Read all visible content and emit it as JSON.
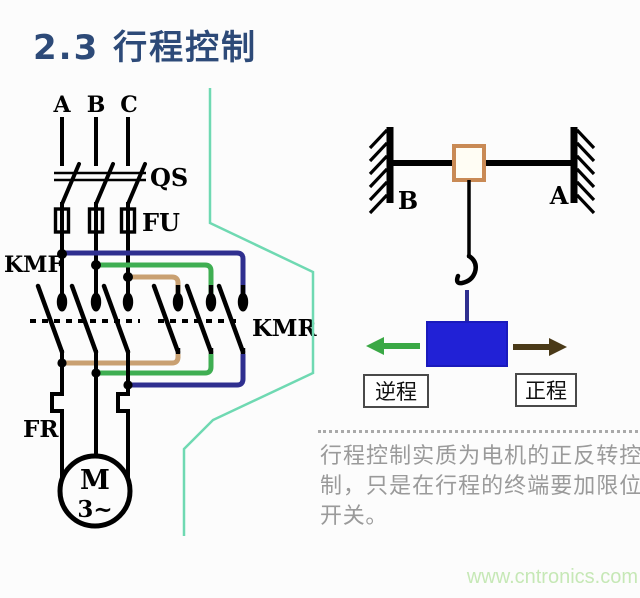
{
  "title": "2.3 行程控制",
  "note": "行程控制实质为电机的正反转控制，只是在行程的终端要加限位开关。",
  "watermark": "www.cntronics.com",
  "circuit": {
    "phase_labels": [
      "A",
      "B",
      "C"
    ],
    "disconnect_label": "QS",
    "fuse_label": "FU",
    "forward_contactor_label": "KMF",
    "reverse_contactor_label": "KMR",
    "thermal_relay_label": "FR",
    "motor_letter": "M",
    "motor_phase": "3~"
  },
  "mechanism": {
    "left_limit_label": "B",
    "right_limit_label": "A",
    "reverse_stroke_label": "逆程",
    "forward_stroke_label": "正程"
  },
  "colors": {
    "title_text": "#2d4a78",
    "navy_wire": "#2f2f8f",
    "green_wire": "#3fae52",
    "orange_wire": "#c9a071",
    "divider_line": "#6fd9b2",
    "slider_box_stroke": "#c98a55",
    "limit_label_text": "#c844c8",
    "load_box_fill": "#2121d6",
    "reverse_arrow": "#3aa845",
    "forward_arrow": "#4a3a18",
    "motor_text": "#b5753f",
    "note_text": "#9a9a9a",
    "watermark_text": "#c6e8b6"
  }
}
